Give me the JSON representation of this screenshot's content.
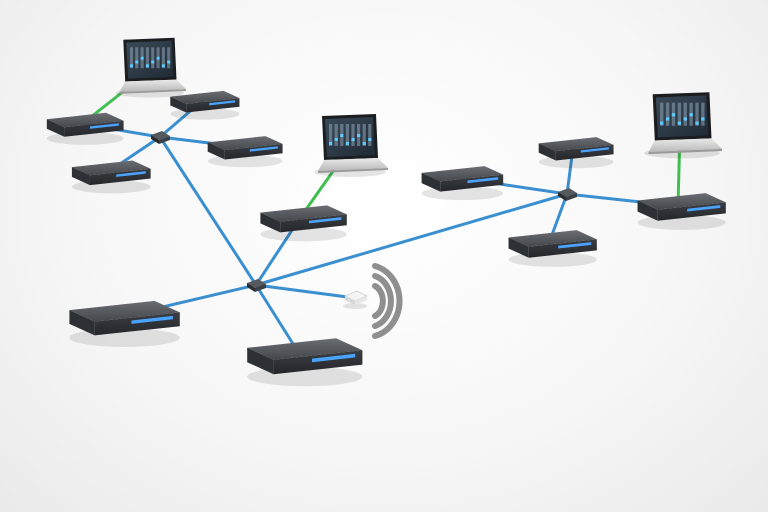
{
  "colors": {
    "ethernet_link": "#3a8fd0",
    "laptop_link": "#3fbf4f",
    "device_body": "#4a4d52",
    "device_led": "#4aa3ff",
    "switch_body": "#3b3e43",
    "wireless_wave": "#8f8f8f"
  },
  "diagram": {
    "nodes": [
      {
        "id": "laptop-a",
        "kind": "laptop"
      },
      {
        "id": "laptop-b",
        "kind": "laptop"
      },
      {
        "id": "laptop-c",
        "kind": "laptop"
      },
      {
        "id": "switch-left",
        "kind": "switch"
      },
      {
        "id": "switch-center",
        "kind": "switch"
      },
      {
        "id": "switch-right",
        "kind": "switch"
      },
      {
        "id": "access-point",
        "kind": "wireless-access-point"
      },
      {
        "id": "interface-1",
        "kind": "rack-interface"
      },
      {
        "id": "interface-2",
        "kind": "rack-interface"
      },
      {
        "id": "interface-3",
        "kind": "rack-interface"
      },
      {
        "id": "interface-4",
        "kind": "rack-interface"
      },
      {
        "id": "interface-5",
        "kind": "rack-interface"
      },
      {
        "id": "interface-6",
        "kind": "rack-interface"
      },
      {
        "id": "interface-7",
        "kind": "rack-interface"
      },
      {
        "id": "interface-8",
        "kind": "rack-interface"
      },
      {
        "id": "interface-9",
        "kind": "rack-interface"
      },
      {
        "id": "interface-10",
        "kind": "rack-interface"
      },
      {
        "id": "interface-11",
        "kind": "rack-interface"
      }
    ],
    "links": [
      {
        "from": "laptop-a",
        "to": "interface-1",
        "type": "laptop"
      },
      {
        "from": "interface-1",
        "to": "switch-left",
        "type": "ethernet"
      },
      {
        "from": "interface-2",
        "to": "switch-left",
        "type": "ethernet"
      },
      {
        "from": "interface-3",
        "to": "switch-left",
        "type": "ethernet"
      },
      {
        "from": "interface-4",
        "to": "switch-left",
        "type": "ethernet"
      },
      {
        "from": "switch-left",
        "to": "switch-center",
        "type": "ethernet"
      },
      {
        "from": "laptop-b",
        "to": "interface-5",
        "type": "laptop"
      },
      {
        "from": "interface-5",
        "to": "switch-center",
        "type": "ethernet"
      },
      {
        "from": "interface-6",
        "to": "switch-center",
        "type": "ethernet"
      },
      {
        "from": "interface-7",
        "to": "switch-center",
        "type": "ethernet"
      },
      {
        "from": "access-point",
        "to": "switch-center",
        "type": "ethernet"
      },
      {
        "from": "switch-center",
        "to": "switch-right",
        "type": "ethernet"
      },
      {
        "from": "interface-8",
        "to": "switch-right",
        "type": "ethernet"
      },
      {
        "from": "interface-9",
        "to": "switch-right",
        "type": "ethernet"
      },
      {
        "from": "interface-10",
        "to": "switch-right",
        "type": "ethernet"
      },
      {
        "from": "laptop-c",
        "to": "interface-11",
        "type": "laptop"
      },
      {
        "from": "interface-11",
        "to": "switch-right",
        "type": "ethernet"
      }
    ]
  }
}
